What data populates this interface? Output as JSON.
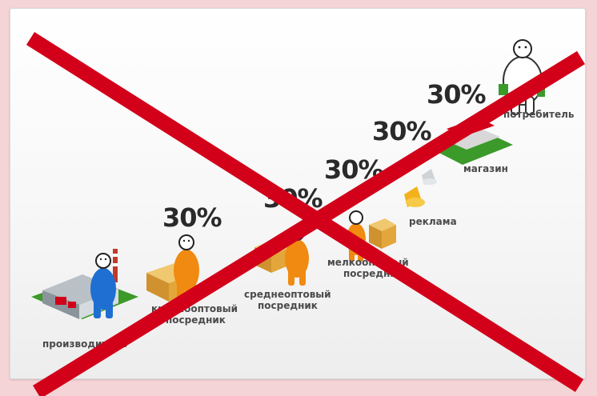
{
  "stages": [
    {
      "id": "producer",
      "label_lines": [
        "производитель"
      ]
    },
    {
      "id": "wholesale",
      "label_lines": [
        "крупнооптовый",
        "посредник"
      ]
    },
    {
      "id": "midwhole",
      "label_lines": [
        "среднеоптовый",
        "посредник"
      ]
    },
    {
      "id": "smallwhole",
      "label_lines": [
        "мелкооптовый",
        "посредник"
      ]
    },
    {
      "id": "ads",
      "label_lines": [
        "реклама"
      ]
    },
    {
      "id": "shop",
      "label_lines": [
        "магазин"
      ]
    },
    {
      "id": "consumer",
      "label_lines": [
        "потребитель"
      ]
    }
  ],
  "markups": [
    "30%",
    "30%",
    "30%",
    "30%",
    "30%"
  ],
  "colors": {
    "cross": "#d3001a",
    "producer_figure": "#1e6fd1",
    "agent_figure": "#f08a10",
    "consumer_figure": "#ffffff",
    "grass": "#3b9a2a",
    "box": "#e3a63b"
  }
}
